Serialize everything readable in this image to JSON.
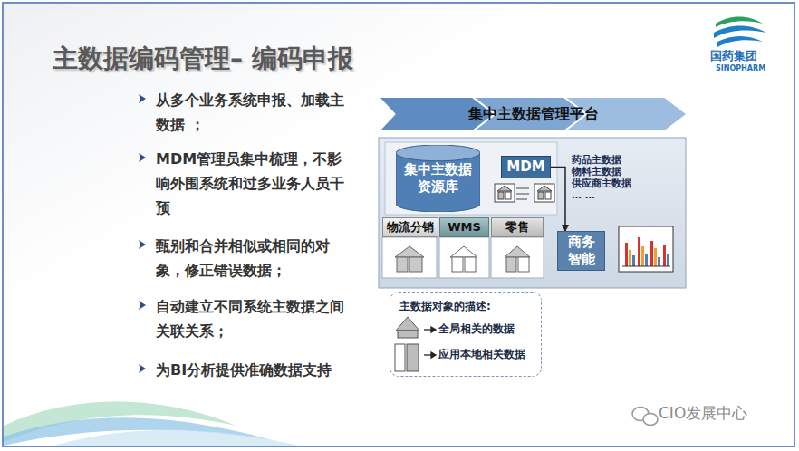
{
  "diagram": {
    "title": "主数据编码管理– 编码申报",
    "nodes": [
      {
        "text": [
          "集中主数据管理平台"
        ]
      },
      {
        "text": [
          "集中主数据 资源库"
        ]
      },
      {
        "text": [
          "MDM"
        ]
      },
      {
        "text": [
          "物流分销"
        ]
      },
      {
        "text": [
          "WMS"
        ]
      },
      {
        "text": [
          "零售"
        ]
      },
      {
        "text": [
          "商务 智能"
        ]
      },
      {
        "text": [
          "主数据对象的描述:"
        ]
      }
    ],
    "edges": [
      {
        "from": 2,
        "to": 6,
        "arrow": "to"
      }
    ],
    "labels": [
      "从多个业务系统申报、加载主数据 ；",
      "MDM管理员集中梳理，不影响外围系统和过多业务人员干预",
      "甄别和合并相似或相同的对象，修正错误数据；",
      "自动建立不同系统主数据之间关联关系；",
      "为BI分析提供准确数据支持",
      "药品主数据",
      "物料主数据",
      "供应商主数据",
      "… …",
      "国药集团",
      "SINOPHARM",
      "CIO发展中心"
    ],
    "legend": [
      {
        "text": "全局相关的数据"
      },
      {
        "text": "应用本地相关数据"
      }
    ]
  }
}
